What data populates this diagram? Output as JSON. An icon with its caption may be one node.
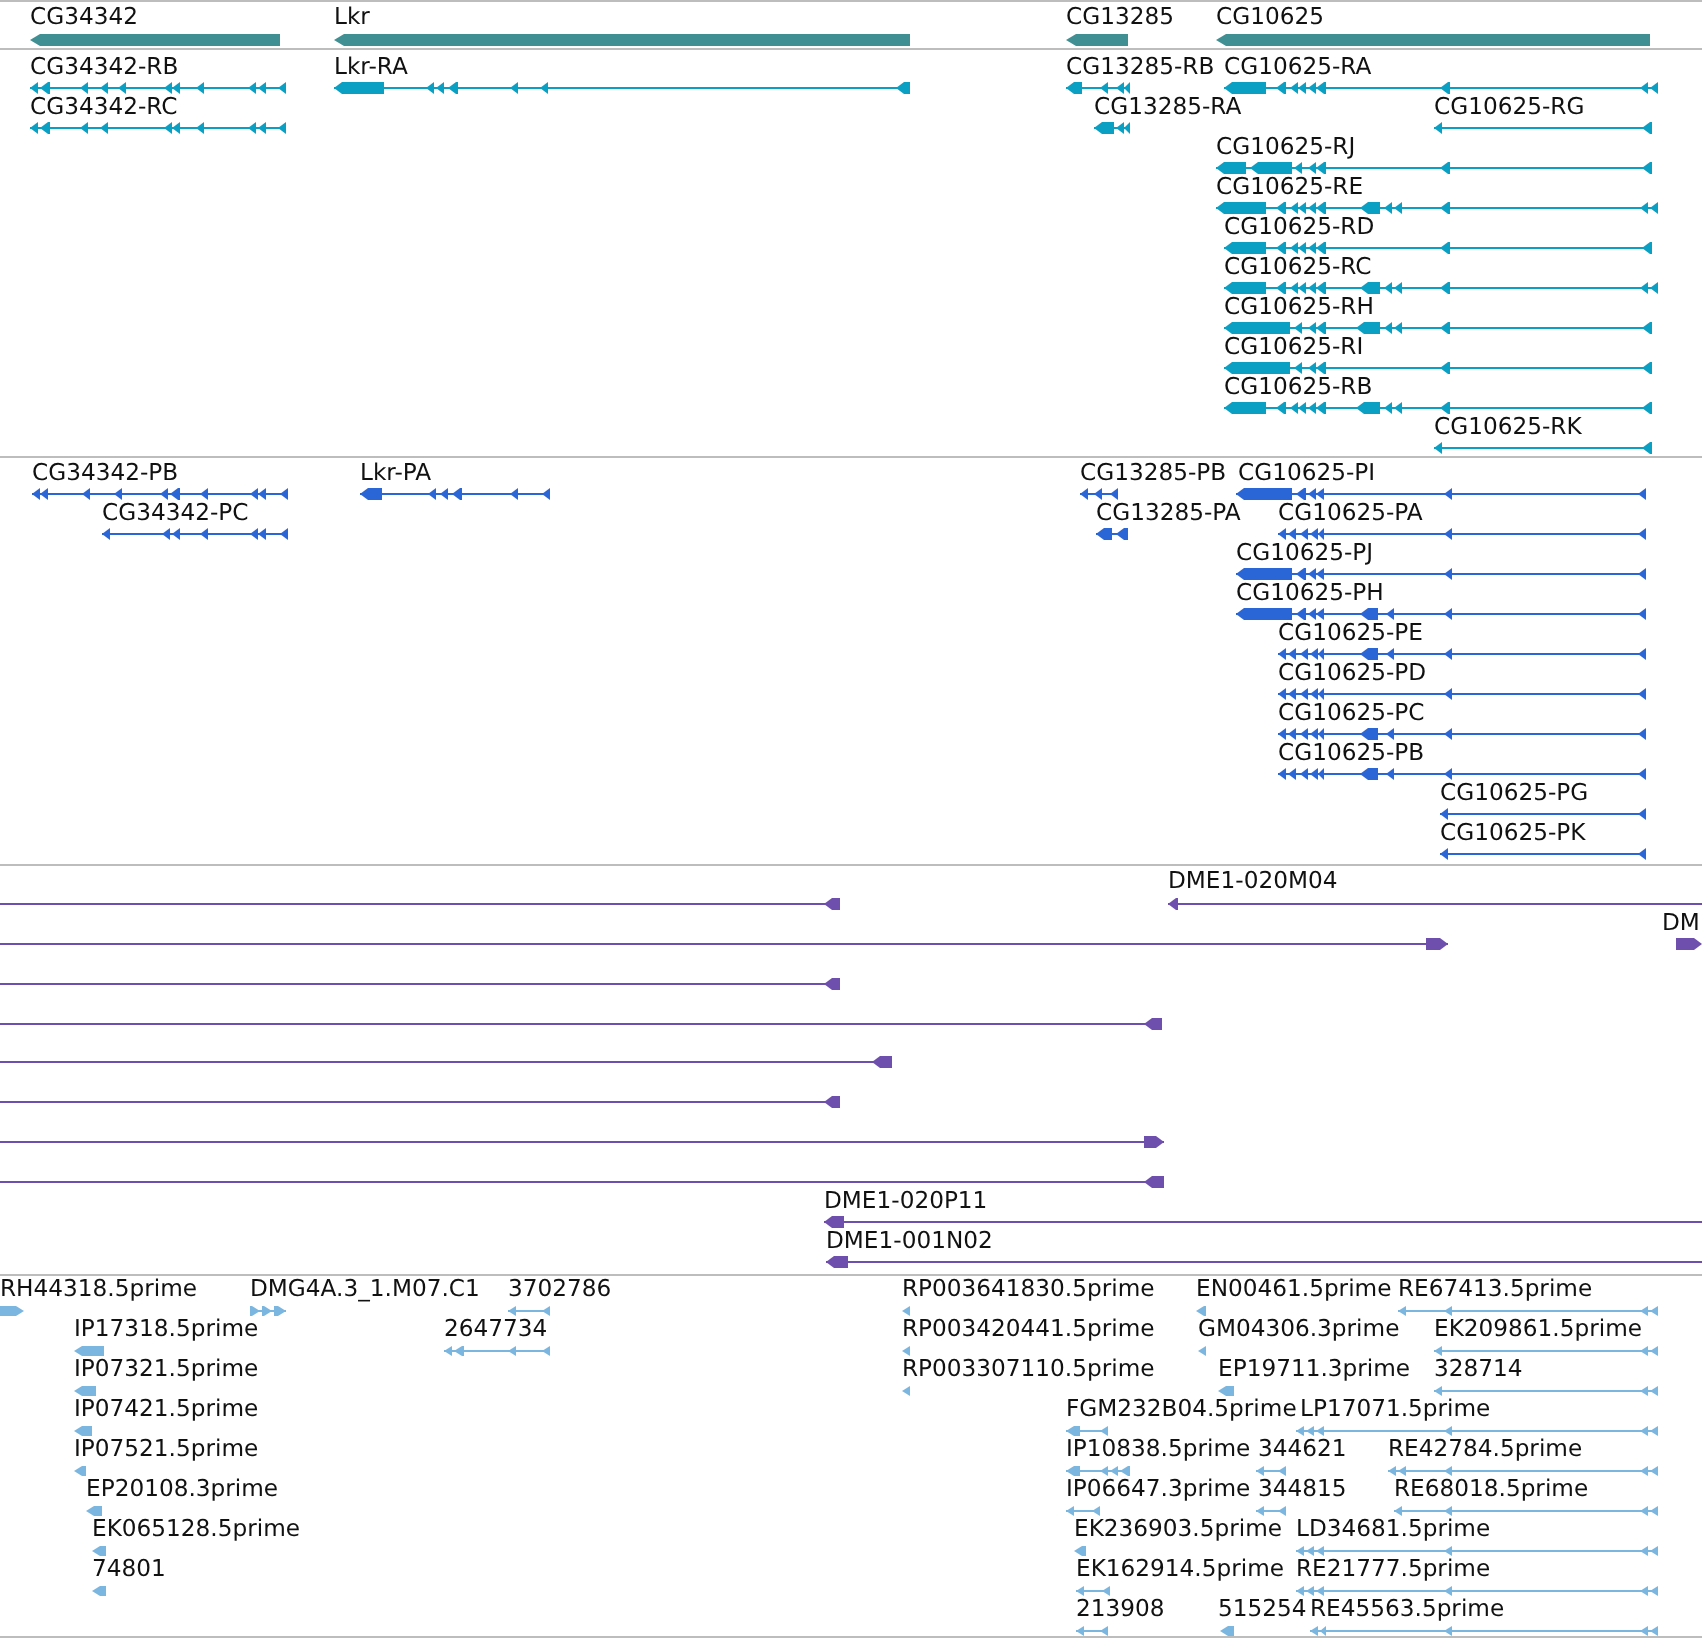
{
  "diagram": {
    "nodes": [
      {
        "text": [
          "CG34342"
        ]
      },
      {
        "text": [
          "Lkr"
        ]
      },
      {
        "text": [
          "CG13285"
        ]
      },
      {
        "text": [
          "CG10625"
        ]
      },
      {
        "text": [
          "CG34342-RB"
        ]
      },
      {
        "text": [
          "Lkr-RA"
        ]
      },
      {
        "text": [
          "CG13285-RB"
        ]
      },
      {
        "text": [
          "CG10625-RA"
        ]
      },
      {
        "text": [
          "CG34342-RC"
        ]
      },
      {
        "text": [
          "CG13285-RA"
        ]
      },
      {
        "text": [
          "CG10625-RG"
        ]
      },
      {
        "text": [
          "CG10625-RJ"
        ]
      },
      {
        "text": [
          "CG10625-RE"
        ]
      },
      {
        "text": [
          "CG10625-RD"
        ]
      },
      {
        "text": [
          "CG10625-RC"
        ]
      },
      {
        "text": [
          "CG10625-RH"
        ]
      },
      {
        "text": [
          "CG10625-RI"
        ]
      },
      {
        "text": [
          "CG10625-RB"
        ]
      },
      {
        "text": [
          "CG10625-RK"
        ]
      },
      {
        "text": [
          "CG34342-PB"
        ]
      },
      {
        "text": [
          "Lkr-PA"
        ]
      },
      {
        "text": [
          "CG13285-PB"
        ]
      },
      {
        "text": [
          "CG10625-PI"
        ]
      },
      {
        "text": [
          "CG34342-PC"
        ]
      },
      {
        "text": [
          "CG13285-PA"
        ]
      },
      {
        "text": [
          "CG10625-PA"
        ]
      },
      {
        "text": [
          "CG10625-PJ"
        ]
      },
      {
        "text": [
          "CG10625-PH"
        ]
      },
      {
        "text": [
          "CG10625-PE"
        ]
      },
      {
        "text": [
          "CG10625-PD"
        ]
      },
      {
        "text": [
          "CG10625-PC"
        ]
      },
      {
        "text": [
          "CG10625-PB"
        ]
      },
      {
        "text": [
          "CG10625-PG"
        ]
      },
      {
        "text": [
          "CG10625-PK"
        ]
      },
      {
        "text": [],
        "shape": "bar"
      },
      {
        "text": [
          "DME1-020M04"
        ]
      },
      {
        "text": [],
        "shape": "bar"
      },
      {
        "text": [
          "DM"
        ]
      },
      {
        "text": [],
        "shape": "bar"
      },
      {
        "text": [],
        "shape": "bar"
      },
      {
        "text": [],
        "shape": "bar"
      },
      {
        "text": [],
        "shape": "bar"
      },
      {
        "text": [],
        "shape": "bar"
      },
      {
        "text": [],
        "shape": "bar"
      },
      {
        "text": [
          "DME1-020P11"
        ]
      },
      {
        "text": [
          "DME1-001N02"
        ]
      },
      {
        "text": [
          "RH44318.5prime"
        ]
      },
      {
        "text": [
          "DMG4A.3_1.M07.C1"
        ]
      },
      {
        "text": [
          "3702786"
        ]
      },
      {
        "text": [
          "RP003641830.5prime"
        ]
      },
      {
        "text": [
          "EN00461.5prime"
        ]
      },
      {
        "text": [
          "RE67413.5prime"
        ]
      },
      {
        "text": [
          "IP17318.5prime"
        ]
      },
      {
        "text": [
          "2647734"
        ]
      },
      {
        "text": [
          "RP003420441.5prime"
        ]
      },
      {
        "text": [
          "GM04306.3prime"
        ]
      },
      {
        "text": [
          "EK209861.5prime"
        ]
      },
      {
        "text": [
          "IP07321.5prime"
        ]
      },
      {
        "text": [
          "RP003307110.5prime"
        ]
      },
      {
        "text": [
          "EP19711.3prime"
        ]
      },
      {
        "text": [
          "328714"
        ]
      },
      {
        "text": [
          "IP07421.5prime"
        ]
      },
      {
        "text": [
          "FGM232B04.5prime"
        ]
      },
      {
        "text": [
          "LP17071.5prime"
        ]
      },
      {
        "text": [
          "IP07521.5prime"
        ]
      },
      {
        "text": [
          "IP10838.5prime"
        ]
      },
      {
        "text": [
          "344621"
        ]
      },
      {
        "text": [
          "RE42784.5prime"
        ]
      },
      {
        "text": [
          "EP20108.3prime"
        ]
      },
      {
        "text": [
          "IP06647.3prime"
        ]
      },
      {
        "text": [
          "344815"
        ]
      },
      {
        "text": [
          "RE68018.5prime"
        ]
      },
      {
        "text": [
          "EK065128.5prime"
        ]
      },
      {
        "text": [
          "EK236903.5prime"
        ]
      },
      {
        "text": [
          "LD34681.5prime"
        ]
      },
      {
        "text": [
          "74801"
        ]
      },
      {
        "text": [
          "EK162914.5prime"
        ]
      },
      {
        "text": [
          "RE21777.5prime"
        ]
      },
      {
        "text": [
          "213908"
        ]
      },
      {
        "text": [
          "515254"
        ]
      },
      {
        "text": [
          "RE45563.5prime"
        ]
      }
    ]
  }
}
